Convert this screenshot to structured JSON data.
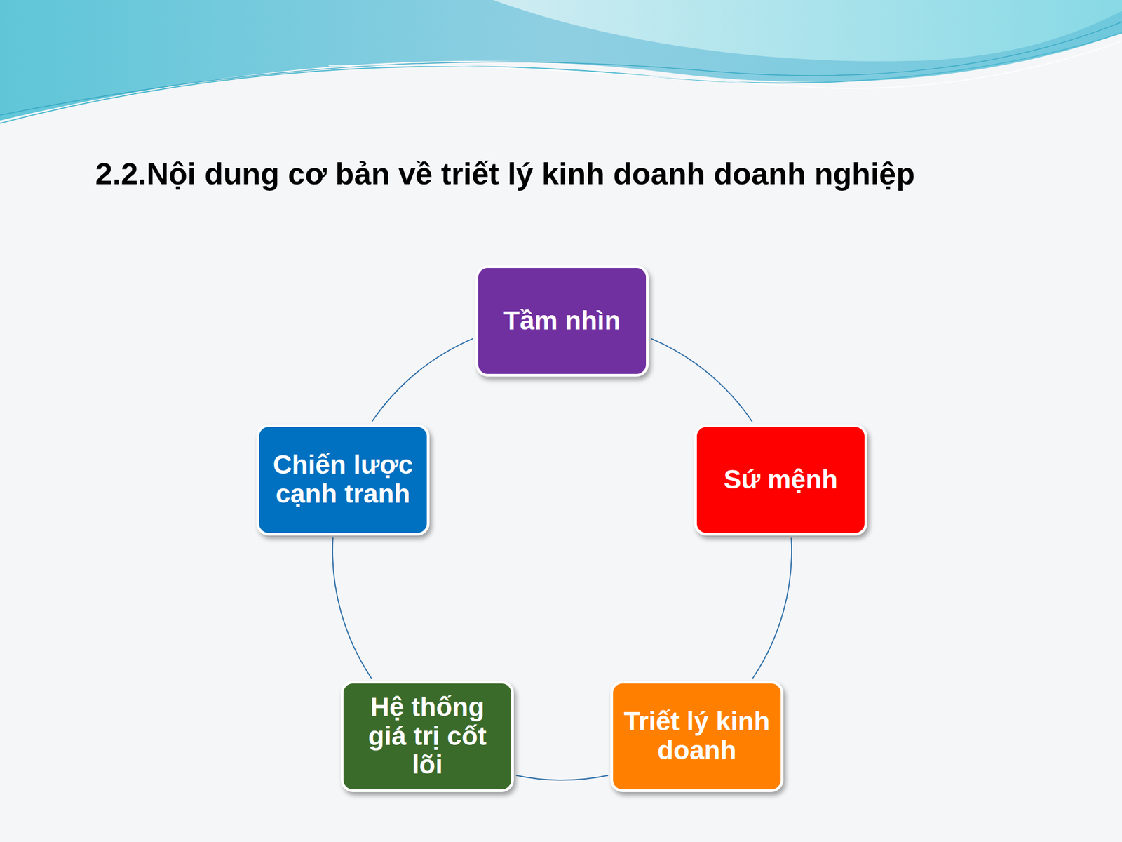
{
  "diagram": {
    "title": "2.2.Nội dung cơ bản về triết lý kinh doanh doanh nghiệp",
    "nodes": [
      {
        "text": [
          "Tầm nhìn"
        ]
      },
      {
        "text": [
          "Sứ mệnh"
        ]
      },
      {
        "text": [
          "Triết lý kinh doanh"
        ]
      },
      {
        "text": [
          "Hệ thống giá trị cốt lõi"
        ]
      },
      {
        "text": [
          "Chiến lược cạnh tranh"
        ]
      }
    ],
    "edges": [
      {
        "from": 0,
        "to": 1,
        "arrow": "none"
      },
      {
        "from": 1,
        "to": 2,
        "arrow": "none"
      },
      {
        "from": 2,
        "to": 3,
        "arrow": "none"
      },
      {
        "from": 3,
        "to": 4,
        "arrow": "none"
      },
      {
        "from": 4,
        "to": 0,
        "arrow": "none"
      }
    ]
  }
}
